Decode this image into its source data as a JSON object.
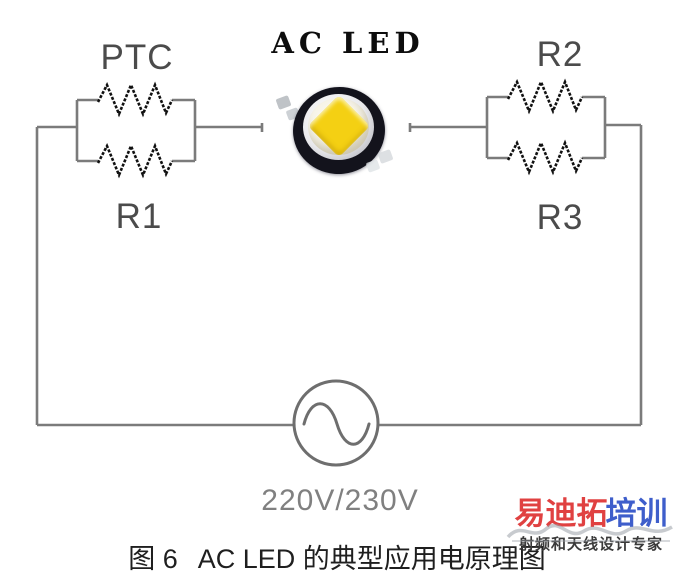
{
  "diagram": {
    "title": "AC LED",
    "labels": {
      "left_top": "PTC",
      "left_bottom": "R1",
      "right_top": "R2",
      "right_bottom": "R3"
    },
    "source": {
      "voltage": "220V/230V",
      "type": "AC sine source"
    },
    "caption_index": "图 6",
    "caption_text": "AC LED 的典型应用电原理图"
  },
  "watermark": {
    "brand_red": "易迪拓",
    "brand_blue": "培训",
    "tagline": "射频和天线设计专家"
  },
  "colors": {
    "wire": "#7b7b7b",
    "resistor_zigzag": "#111111",
    "component_label": "#4b4b4b",
    "voltage_text": "#808080",
    "caption_text": "#1f1f1f",
    "led_chip_yellow": "#f4d013",
    "led_body_black": "#13131c",
    "brand_red": "#e04141",
    "brand_blue": "#3e5ecb",
    "tagline_gray": "#3a3a3a"
  }
}
